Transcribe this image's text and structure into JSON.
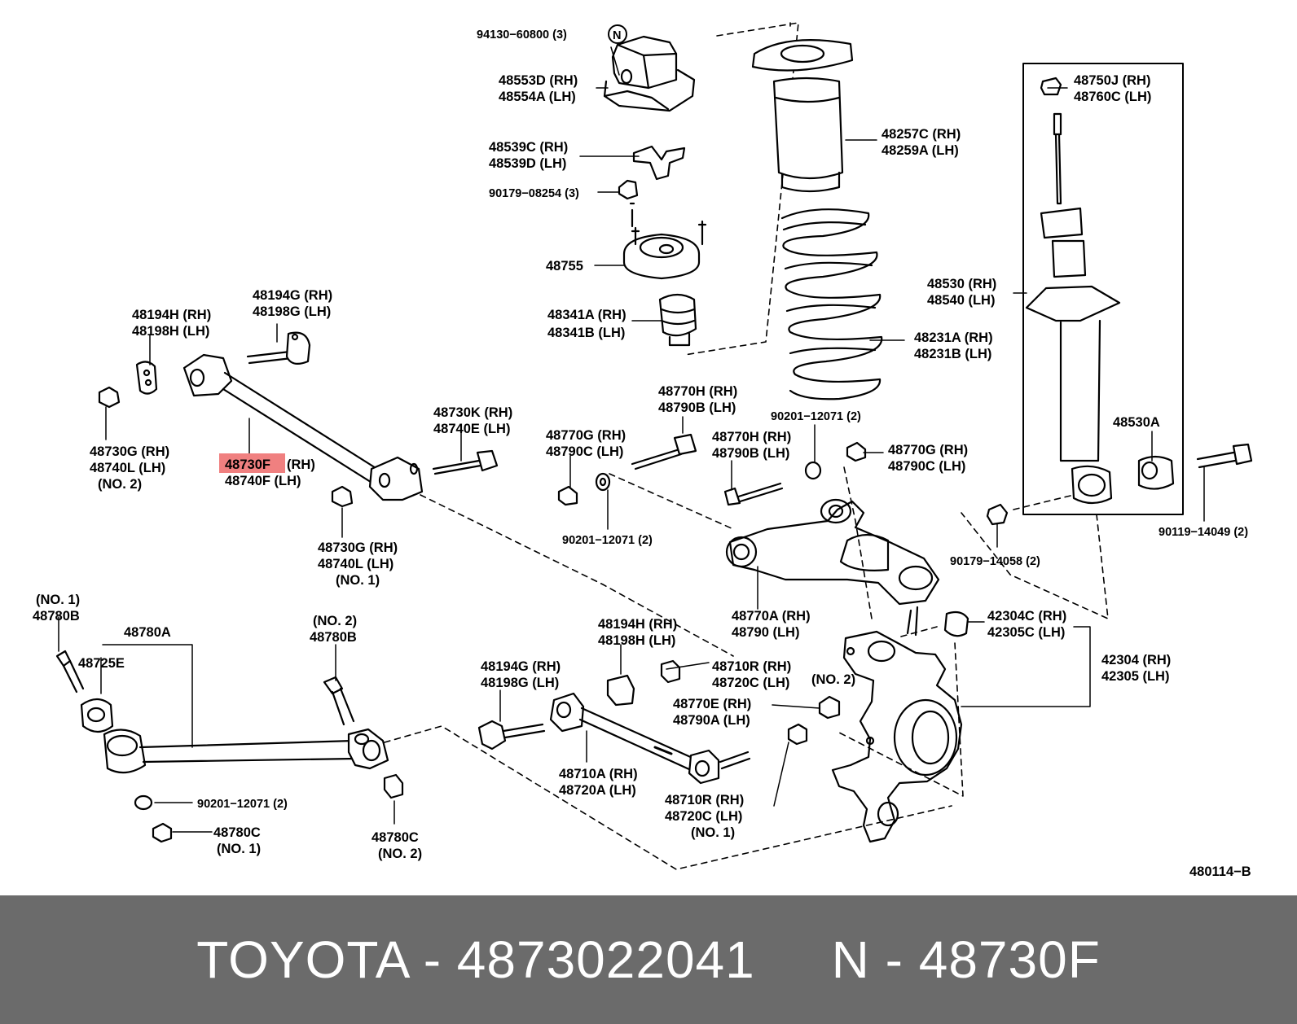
{
  "labels": {
    "l_94130": "94130−60800 (3)",
    "l_N": "N",
    "l_48553D": "48553D (RH)",
    "l_48554A": "48554A (LH)",
    "l_48539C": "48539C (RH)",
    "l_48539D": "48539D (LH)",
    "l_90179_08254": "90179−08254 (3)",
    "l_48755": "48755",
    "l_48341A": "48341A (RH)",
    "l_48341B": "48341B (LH)",
    "l_48257C": "48257C (RH)",
    "l_48259A": "48259A (LH)",
    "l_48231A": "48231A (RH)",
    "l_48231B": "48231B (LH)",
    "l_48750J": "48750J (RH)",
    "l_48760C": "48760C (LH)",
    "l_48530": "48530 (RH)",
    "l_48540": "48540 (LH)",
    "l_48530A": "48530A",
    "l_90119": "90119−14049 (2)",
    "l_90179_14058": "90179−14058 (2)",
    "l_90201_a": "90201−12071 (2)",
    "l_48770G_r": "48770G (RH)",
    "l_48790C_r": "48790C (LH)",
    "l_48194H_a": "48194H (RH)",
    "l_48198H_a": "48198H (LH)",
    "l_48194G_a": "48194G (RH)",
    "l_48198G_a": "48198G (LH)",
    "l_48730G_a1": "48730G (RH)",
    "l_48740L_a1": "48740L (LH)",
    "l_no2_a": "(NO. 2)",
    "l_48730F_code": "48730F",
    "l_48730F_side": "(RH)",
    "l_48740F": "48740F (LH)",
    "l_48730K": "48730K (RH)",
    "l_48740E": "48740E (LH)",
    "l_48730G_b1": "48730G (RH)",
    "l_48740L_b1": "48740L (LH)",
    "l_no1_b": "(NO. 1)",
    "l_48770H_a": "48770H (RH)",
    "l_48790B_a": "48790B (LH)",
    "l_48770G_m": "48770G (RH)",
    "l_48790C_m": "48790C (LH)",
    "l_48770H_b": "48770H (RH)",
    "l_48790B_b": "48790B (LH)",
    "l_90201_b": "90201−12071 (2)",
    "l_48770A": "48770A (RH)",
    "l_48790": "48790    (LH)",
    "l_42304C": "42304C (RH)",
    "l_42305C": "42305C (LH)",
    "l_42304": "42304 (RH)",
    "l_42305": "42305 (LH)",
    "l_no1_c": "(NO. 1)",
    "l_48780B_1": "48780B",
    "l_48725E": "48725E",
    "l_48780A": "48780A",
    "l_no2_c": "(NO. 2)",
    "l_48780B_2": "48780B",
    "l_48194H_b": "48194H (RH)",
    "l_48198H_b": "48198H (LH)",
    "l_48194G_b": "48194G (RH)",
    "l_48198G_b": "48198G (LH)",
    "l_48710R_a": "48710R (RH)",
    "l_48720C_a": "48720C (LH)",
    "l_no2_d": "(NO. 2)",
    "l_48770E": "48770E (RH)",
    "l_48790A": "48790A (LH)",
    "l_48710A": "48710A (RH)",
    "l_48720A": "48720A (LH)",
    "l_48710R_b": "48710R (RH)",
    "l_48720C_b": "48720C (LH)",
    "l_no1_e": "(NO. 1)",
    "l_90201_c": "90201−12071 (2)",
    "l_48780C_1": "48780C",
    "l_no1_f": "(NO. 1)",
    "l_48780C_2": "48780C",
    "l_no2_f": "(NO. 2)",
    "l_ref": "480114−B"
  },
  "highlight_color": "#f08080",
  "footer": {
    "text": "TOYOTA - 4873022041     N - 48730F"
  }
}
